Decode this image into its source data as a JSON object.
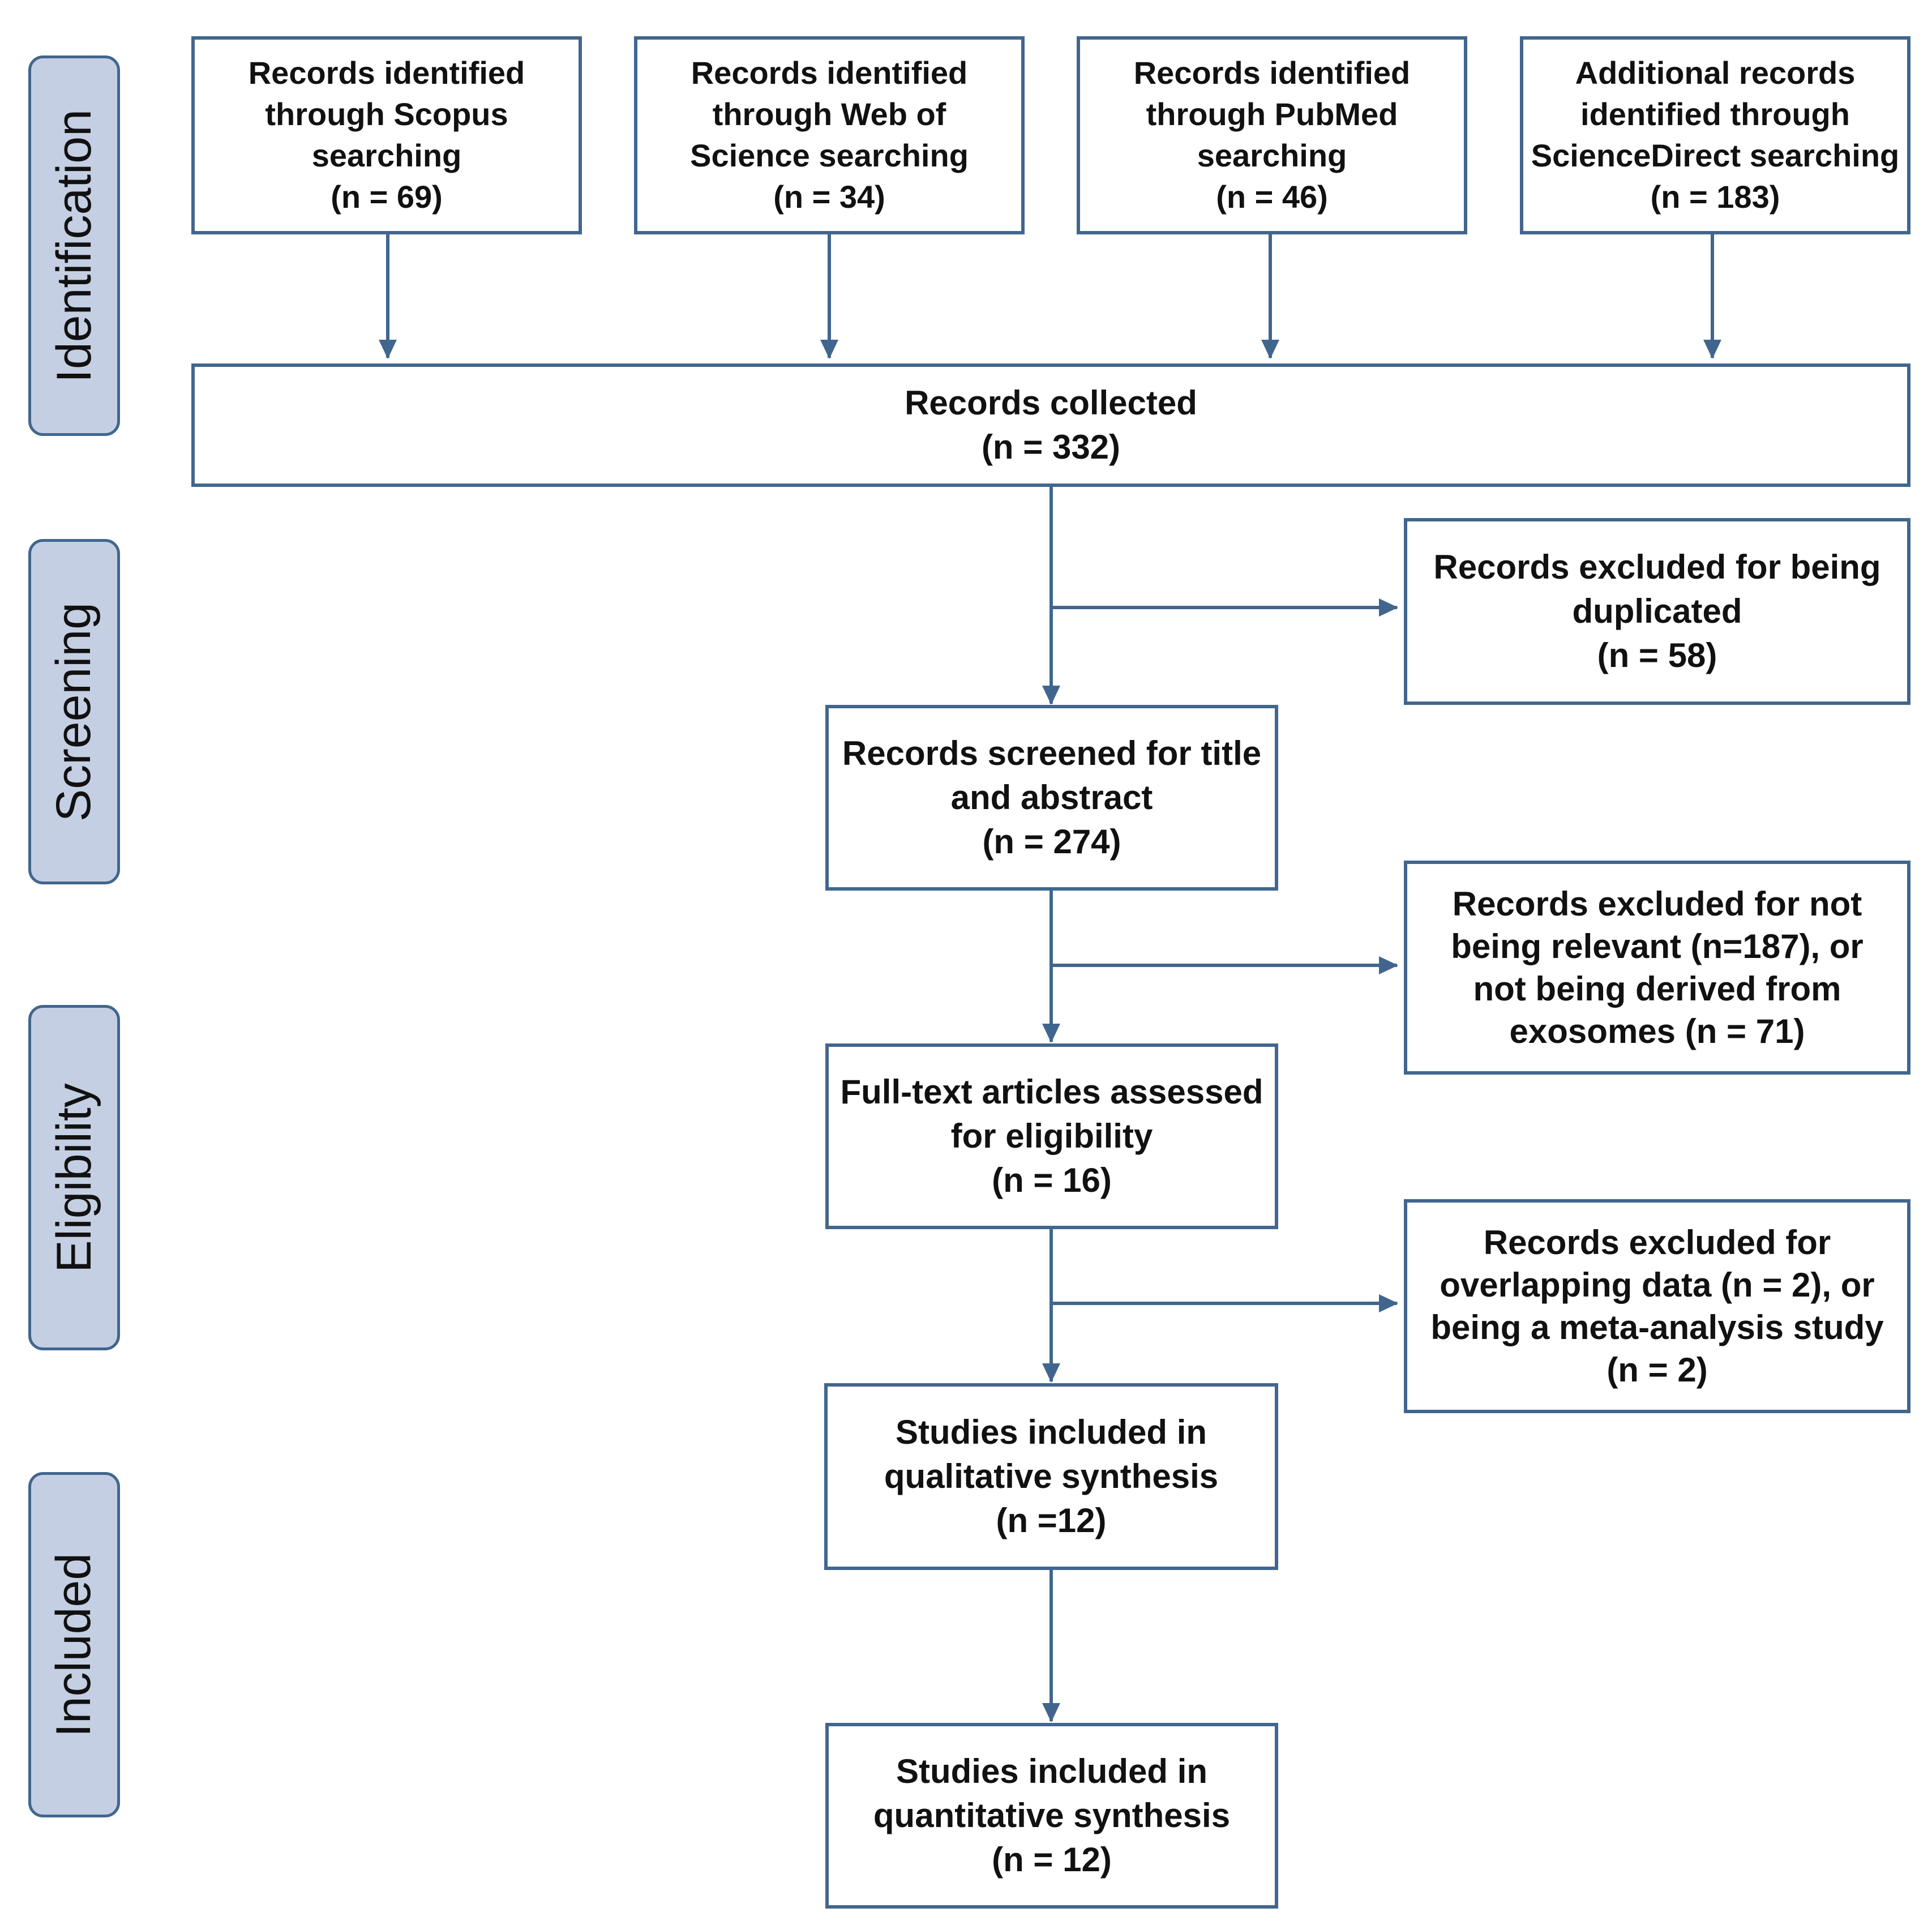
{
  "colors": {
    "box_border": "#41668e",
    "arrow": "#41668e",
    "phase_fill": "#c5cfe3",
    "text": "#111111"
  },
  "phases": {
    "identification": "Identification",
    "screening": "Screening",
    "eligibility": "Eligibility",
    "included": "Included"
  },
  "sources": [
    {
      "label": "Records identified\nthrough Scopus\nsearching",
      "count": "(n = 69)"
    },
    {
      "label": "Records identified\nthrough Web of\nScience searching",
      "count": "(n = 34)"
    },
    {
      "label": "Records identified\nthrough PubMed\nsearching",
      "count": "(n = 46)"
    },
    {
      "label": "Additional records\nidentified through\nScienceDirect searching",
      "count": "(n = 183)"
    }
  ],
  "collected": {
    "label": "Records collected",
    "count": "(n = 332)"
  },
  "excluded_duplicates": {
    "label": "Records excluded for being\nduplicated",
    "count": "(n = 58)"
  },
  "screened": {
    "label": "Records screened for title\nand abstract",
    "count": "(n = 274)"
  },
  "excluded_relevance": {
    "label": "Records excluded for not\nbeing relevant (n=187), or\nnot being derived from\nexosomes (n = 71)"
  },
  "fulltext": {
    "label": "Full-text articles assessed\nfor eligibility",
    "count": "(n = 16)"
  },
  "excluded_overlap": {
    "label": "Records excluded for\noverlapping data (n = 2), or\nbeing a meta-analysis study",
    "count": "(n = 2)"
  },
  "qualitative": {
    "label": "Studies included in\nqualitative synthesis",
    "count": "(n =12)"
  },
  "quantitative": {
    "label": "Studies included in\nquantitative synthesis",
    "count": "(n = 12)"
  }
}
